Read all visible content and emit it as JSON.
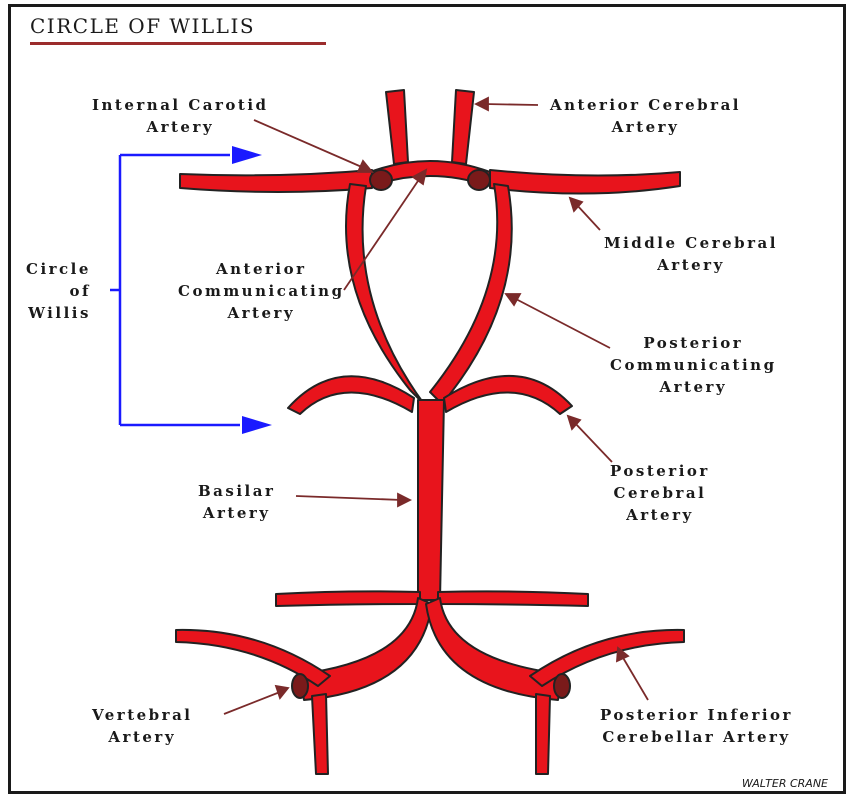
{
  "title": "CIRCLE OF WILLIS",
  "colors": {
    "artery": "#e8141c",
    "outline": "#222222",
    "pointer": "#7a2a2a",
    "bracket": "#1a1aff",
    "junction": "#7a1a1a"
  },
  "labels": {
    "internal_carotid": [
      "Internal Carotid",
      "Artery"
    ],
    "anterior_cerebral": [
      "Anterior Cerebral",
      "Artery"
    ],
    "circle_of_willis": [
      "Circle",
      "of",
      "Willis"
    ],
    "anterior_communicating": [
      "Anterior",
      "Communicating",
      "Artery"
    ],
    "middle_cerebral": [
      "Middle Cerebral",
      "Artery"
    ],
    "posterior_communicating": [
      "Posterior",
      "Communicating",
      "Artery"
    ],
    "posterior_cerebral": [
      "Posterior",
      "Cerebral",
      "Artery"
    ],
    "basilar": [
      "Basilar",
      "Artery"
    ],
    "vertebral": [
      "Vertebral",
      "Artery"
    ],
    "posterior_inferior_cerebellar": [
      "Posterior Inferior",
      "Cerebellar Artery"
    ]
  },
  "signature": "WALTER CRANE"
}
